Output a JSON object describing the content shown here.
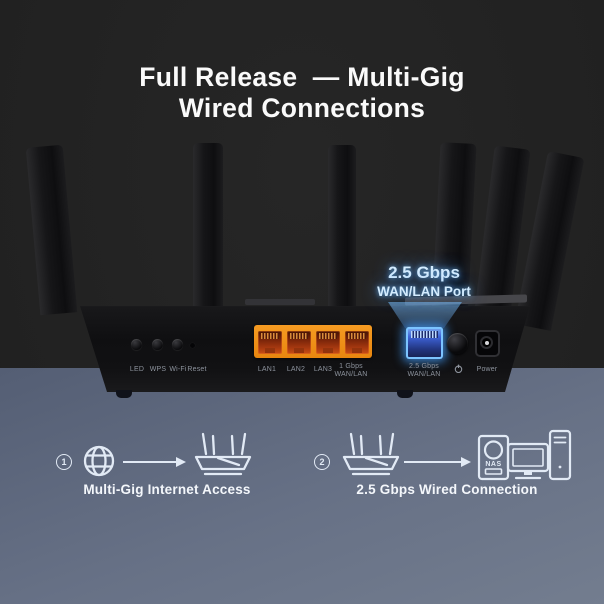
{
  "title": {
    "line1": "Full Release  — Multi-Gig",
    "line2": "Wired Connections"
  },
  "callout": {
    "line1": "2.5 Gbps",
    "line2": "WAN/LAN Port"
  },
  "panel": {
    "led_label": "LED",
    "wps_label": "WPS",
    "wifi_label": "Wi-Fi",
    "reset_label": "Reset",
    "lan1_label": "LAN1",
    "lan2_label": "LAN2",
    "lan3_label": "LAN3",
    "wan1g_label_line1": "1 Gbps",
    "wan1g_label_line2": "WAN/LAN",
    "wan25g_label_line1": "2.5 Gbps",
    "wan25g_label_line2": "WAN/LAN",
    "power_label": "Power"
  },
  "features": {
    "item1": {
      "number": "1",
      "caption": "Multi-Gig Internet Access",
      "icons": [
        "circled-1-icon",
        "globe-icon",
        "arrow-right-icon",
        "router-icon"
      ]
    },
    "item2": {
      "number": "2",
      "caption": "2.5 Gbps Wired Connection",
      "nas_label": "NAS",
      "icons": [
        "circled-2-icon",
        "router-icon",
        "arrow-right-icon",
        "nas-icon",
        "monitor-icon",
        "pc-tower-icon"
      ]
    }
  },
  "colors": {
    "dark_background": "#232323",
    "slate_background": "#677186",
    "port_orange": "#f0921e",
    "port_blue": "#3e63d8",
    "glow_blue": "#7cc4ff",
    "icon_outline": "#e2eaf5",
    "label_gray": "#8d939d"
  }
}
